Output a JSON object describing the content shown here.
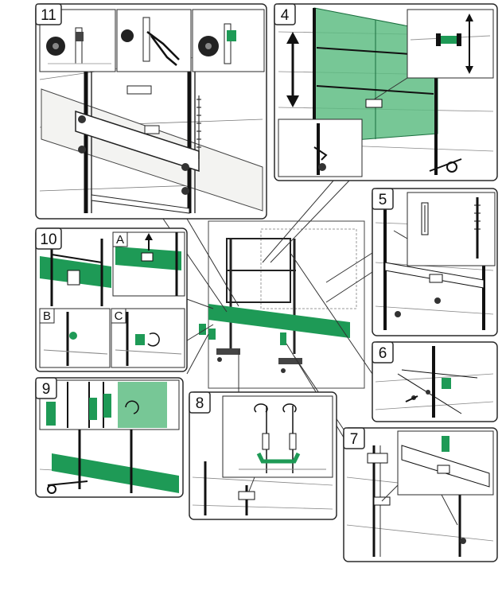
{
  "colors": {
    "accent_green": "#1e9a56",
    "light_green": "#5fbd84",
    "line": "#1b1b1b",
    "panel_border": "#2a2a2a",
    "wall": "#f6f6f4"
  },
  "panels": {
    "p11": {
      "label": "11"
    },
    "p4": {
      "label": "4"
    },
    "p10": {
      "label": "10",
      "sub_a": "A",
      "sub_b": "B",
      "sub_c": "C"
    },
    "p5": {
      "label": "5"
    },
    "p6": {
      "label": "6"
    },
    "p9": {
      "label": "9"
    },
    "p8": {
      "label": "8"
    },
    "p7": {
      "label": "7"
    }
  },
  "icons": [
    "up-down-arrow-icon",
    "rotate-arrow-icon",
    "up-arrow-icon",
    "pliers-icon",
    "wall-plug-icon"
  ]
}
